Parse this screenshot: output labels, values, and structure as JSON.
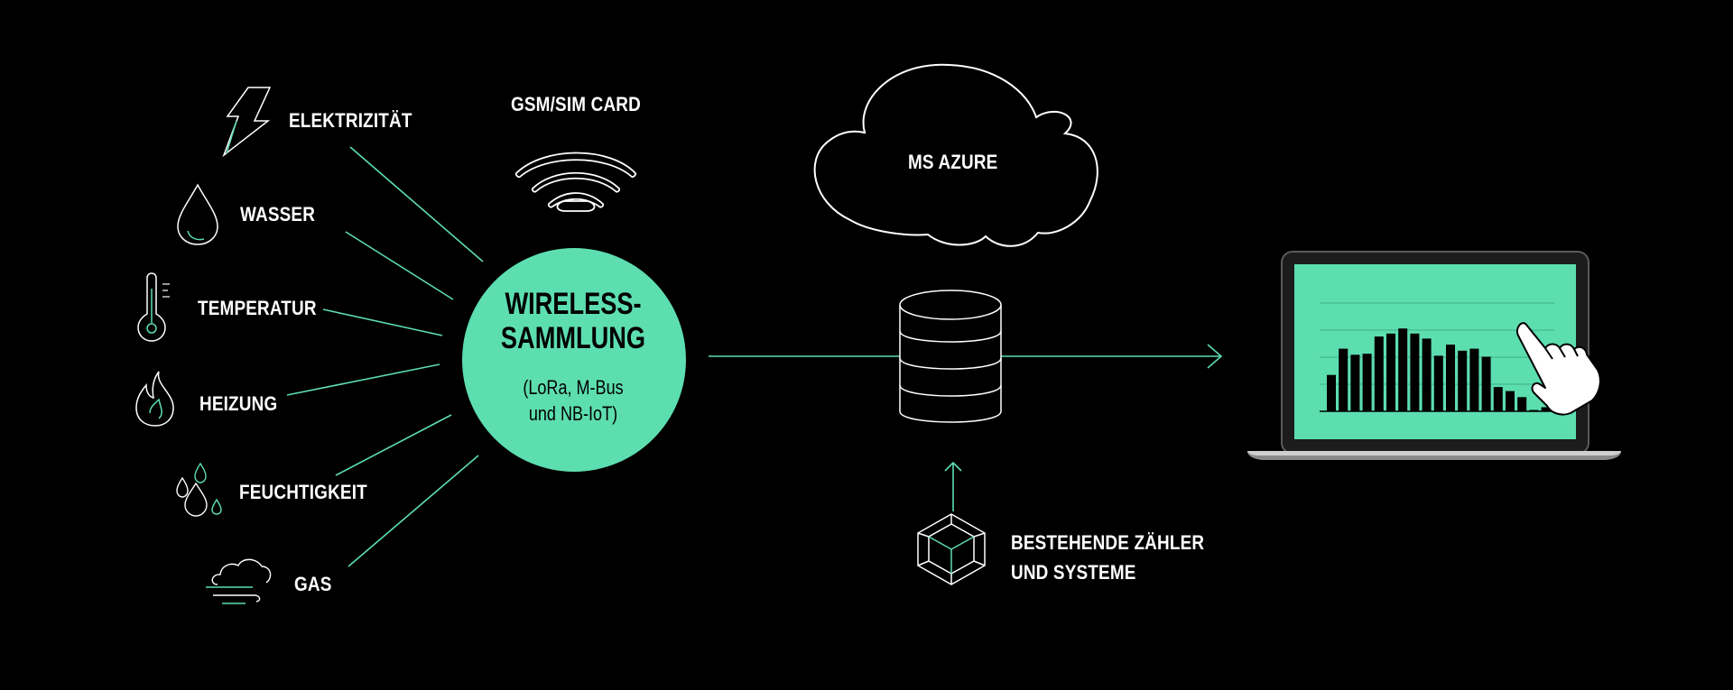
{
  "colors": {
    "background": "#000000",
    "accent": "#5ddeb0",
    "line": "#ffffff",
    "screen": "#5ddeb0"
  },
  "sources": [
    {
      "label": "ELEKTRIZITÄT",
      "icon": "lightning-icon"
    },
    {
      "label": "WASSER",
      "icon": "water-drop-icon"
    },
    {
      "label": "TEMPERATUR",
      "icon": "thermometer-icon"
    },
    {
      "label": "HEIZUNG",
      "icon": "flame-icon"
    },
    {
      "label": "FEUCHTIGKEIT",
      "icon": "humidity-drops-icon"
    },
    {
      "label": "GAS",
      "icon": "gas-cloud-icon"
    }
  ],
  "gsm": {
    "label": "GSM/SIM CARD",
    "icon": "wireless-signal-icon"
  },
  "hub": {
    "title_line1": "WIRELESS-",
    "title_line2": "SAMMLUNG",
    "sub_line1": "(LoRa, M-Bus",
    "sub_line2": "und NB-IoT)"
  },
  "cloud": {
    "label": "MS AZURE",
    "icon": "cloud-icon"
  },
  "database": {
    "icon": "database-icon"
  },
  "existing": {
    "line1": "BESTEHENDE ZÄHLER",
    "line2": "UND SYSTEME",
    "icon": "cube-icon"
  },
  "dashboard": {
    "icon": "laptop-icon",
    "bars": [
      0.36,
      0.62,
      0.56,
      0.57,
      0.74,
      0.77,
      0.82,
      0.77,
      0.72,
      0.55,
      0.66,
      0.6,
      0.62,
      0.54,
      0.24,
      0.2,
      0.14,
      0.01,
      0.04,
      0.19
    ]
  }
}
